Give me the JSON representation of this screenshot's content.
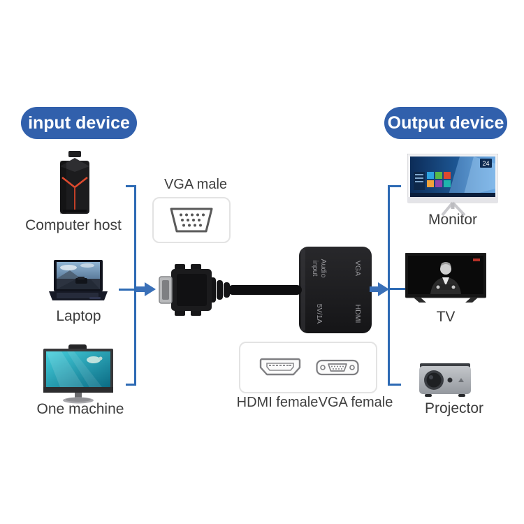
{
  "badges": {
    "input": "input device",
    "output": "Output device"
  },
  "input_devices": [
    {
      "label": "Computer host"
    },
    {
      "label": "Laptop"
    },
    {
      "label": "One machine"
    }
  ],
  "output_devices": [
    {
      "label": "Monitor",
      "screen_badge": "24"
    },
    {
      "label": "TV"
    },
    {
      "label": "Projector"
    }
  ],
  "connectors": {
    "vga_male_label": "VGA male",
    "hdmi_female_label": "HDMI female",
    "vga_female_label": "VGA female"
  },
  "adapter": {
    "port_audio": "Audio input",
    "port_vga": "VGA",
    "port_power": "5V/1A",
    "port_hdmi": "HDMI"
  },
  "colors": {
    "accent_blue": "#3160ac",
    "line_blue": "#2d6ab4",
    "label_text": "#3d3d3d"
  }
}
